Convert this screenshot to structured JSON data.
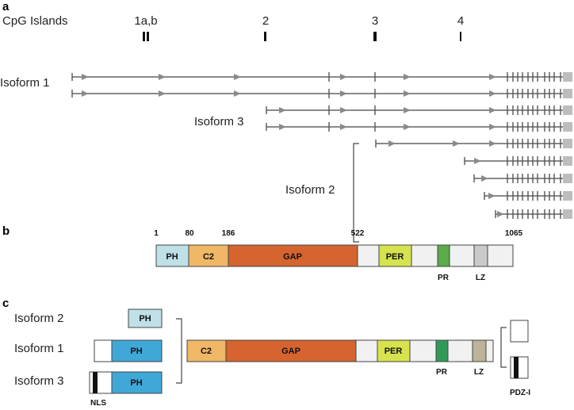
{
  "panel_labels": {
    "a": "a",
    "b": "b",
    "c": "c"
  },
  "cpg": {
    "title": "CpG Islands",
    "islands": [
      "1a,b",
      "2",
      "3",
      "4"
    ]
  },
  "panel_a": {
    "isoform1_label": "Isoform 1",
    "isoform3_label": "Isoform 3",
    "isoform2_label": "Isoform 2"
  },
  "panel_b": {
    "positions": [
      "1",
      "80",
      "186",
      "522",
      "1065"
    ],
    "domains": {
      "ph": "PH",
      "c2": "C2",
      "gap": "GAP",
      "per": "PER"
    },
    "below_labels": {
      "pr": "PR",
      "lz": "LZ"
    }
  },
  "panel_c": {
    "isoform2_label": "Isoform 2",
    "isoform1_label": "Isoform 1",
    "isoform3_label": "Isoform 3",
    "ph_label": "PH",
    "c2": "C2",
    "gap": "GAP",
    "per": "PER",
    "pr": "PR",
    "lz": "LZ",
    "nls": "NLS",
    "pdz": "PDZ-I"
  },
  "colors": {
    "ph_light": "#bfe0e6",
    "ph_blue": "#3fa8d6",
    "c2": "#efb766",
    "gap": "#d5642f",
    "per": "#d6e34f",
    "pr_b": "#5aab4a",
    "pr_c": "#2f9a57",
    "lz_b": "#c9c9c9",
    "lz_c": "#bfb29c",
    "segment": "#f1f1f1",
    "track": "#8a8a8a"
  }
}
